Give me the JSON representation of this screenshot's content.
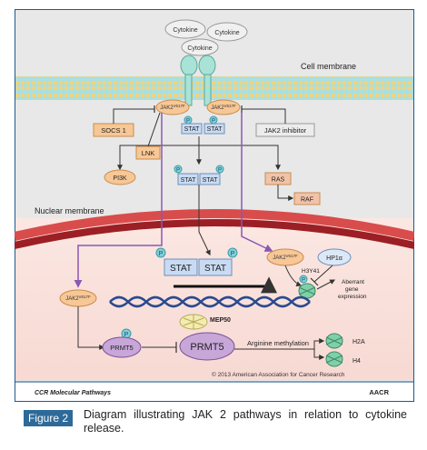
{
  "diagram": {
    "cytokines": [
      "Cytokine",
      "Cytokine",
      "Cytokine"
    ],
    "cell_membrane_label": "Cell membrane",
    "nuclear_membrane_label": "Nuclear membrane",
    "jak2_label": "JAK2",
    "jak2_superscript": "V617F",
    "stat_label": "STAT",
    "phospho_label": "P",
    "socs1_label": "SOCS 1",
    "lnk_label": "LNK",
    "jak2_inhibitor_label": "JAK2 inhibitor",
    "pi3k_label": "PI3K",
    "ras_label": "RAS",
    "raf_label": "RAF",
    "hp1_label": "HP1α",
    "h3y41_label": "H3Y41",
    "aberrant_label": [
      "Aberrant",
      "gene",
      "expression"
    ],
    "mep50_label": "MEP50",
    "prmt5_label": "PRMT5",
    "arginine_label": "Arginine methylation",
    "h2a_label": "H2A",
    "h4_label": "H4",
    "copyright": "© 2013 American Association for Cancer Research",
    "footer_left": "CCR Molecular Pathways",
    "footer_logo": "AACR",
    "colors": {
      "cyto_bg": "#e9e9e9",
      "nucleus_bg": "#fbe3df",
      "border": "#1d5a8e",
      "membrane_band": "#9fdcdf",
      "jak2_fill": "#f7c796",
      "stat_fill": "#c9dbf3",
      "prmt5_fill": "#c7a6d8",
      "phospho_fill": "#7fd0d8",
      "arrow_purple": "#8a58b4",
      "nuc_membrane_dark": "#9b1f25",
      "nuc_membrane_light": "#d94c4c"
    }
  },
  "caption": {
    "label": "Figure 2",
    "text": "Diagram illustrating JAK 2 pathways in relation to cytokine release."
  }
}
